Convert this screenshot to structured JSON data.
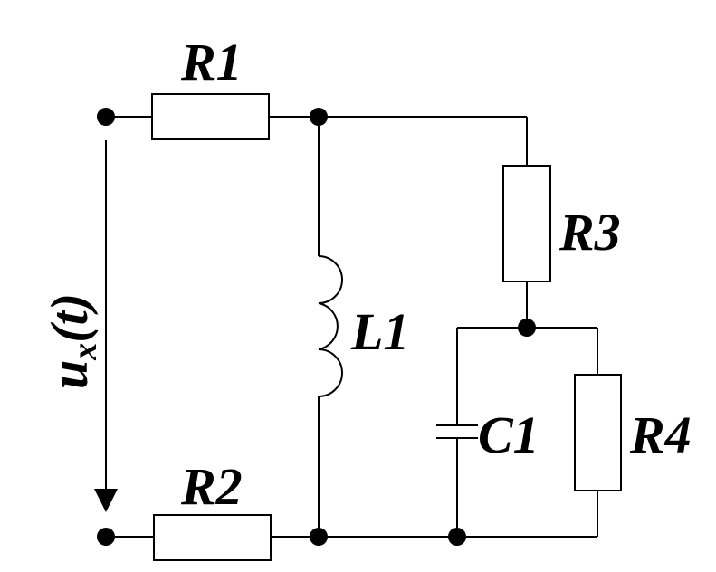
{
  "circuit": {
    "labels": {
      "r1": "R1",
      "r2": "R2",
      "r3": "R3",
      "r4": "R4",
      "l1": "L1",
      "c1": "C1"
    },
    "source": {
      "u": "u",
      "subscript": "x",
      "arg": "(t)"
    }
  }
}
